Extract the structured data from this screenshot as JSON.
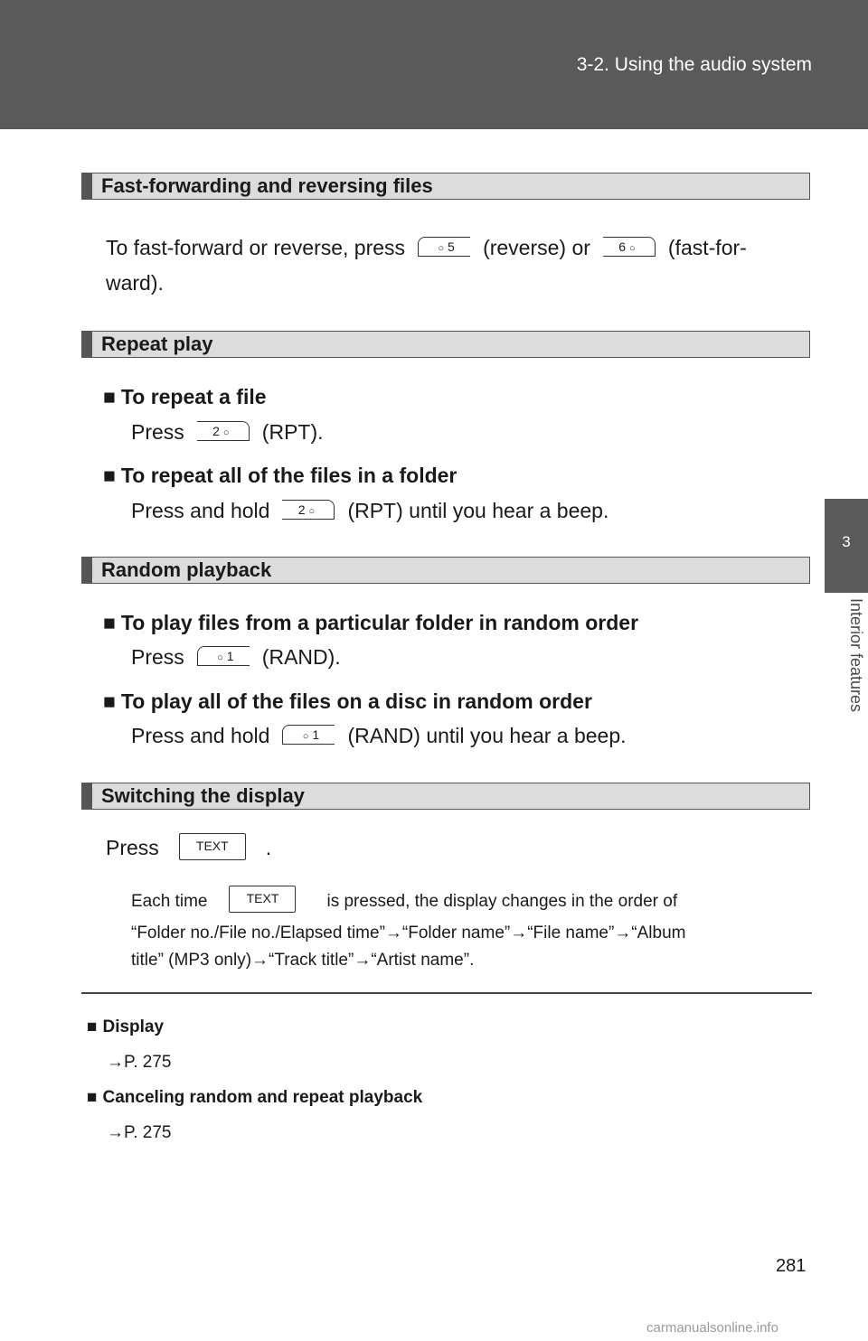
{
  "header": {
    "section": "3-2. Using the audio system"
  },
  "side_tab": {
    "number": "3",
    "label": "Interior features"
  },
  "sections": {
    "fast": {
      "title": "Fast-forwarding and reversing files",
      "line1_pre": "To fast-forward or reverse, press",
      "btn_reverse": "5",
      "line1_mid": "(reverse) or",
      "btn_forward": "6",
      "line1_post": "(fast-for-",
      "line2": "ward)."
    },
    "repeat": {
      "title": "Repeat play",
      "item1_head": "To repeat a file",
      "item1_pre": "Press",
      "item1_btn": "2",
      "item1_post": "(RPT).",
      "item2_head": "To repeat all of the files in a folder",
      "item2_pre": "Press and hold",
      "item2_btn": "2",
      "item2_post": "(RPT) until you hear a beep."
    },
    "random": {
      "title": "Random playback",
      "item1_head": "To play files from a particular folder in random order",
      "item1_pre": "Press",
      "item1_btn": "1",
      "item1_post": "(RAND).",
      "item2_head": "To play all of the files on a disc in random order",
      "item2_pre": "Press and hold",
      "item2_btn": "1",
      "item2_post": "(RAND) until you hear a beep."
    },
    "display": {
      "title": "Switching the display",
      "press_pre": "Press",
      "press_btn": "TEXT",
      "press_post": ".",
      "note_pre": "Each time",
      "note_btn": "TEXT",
      "note_post": "is pressed, the display changes in the order of",
      "note_line2": "“Folder no./File no./Elapsed time”→“Folder name”→“File name”→“Album",
      "note_line3": "title” (MP3 only)→“Track title”→“Artist name”."
    }
  },
  "notes": [
    {
      "head": "Display",
      "ref": "→P. 275"
    },
    {
      "head": "Canceling random and repeat playback",
      "ref": "→P. 275"
    }
  ],
  "page_number": "281",
  "watermark": "carmanualsonline.info"
}
